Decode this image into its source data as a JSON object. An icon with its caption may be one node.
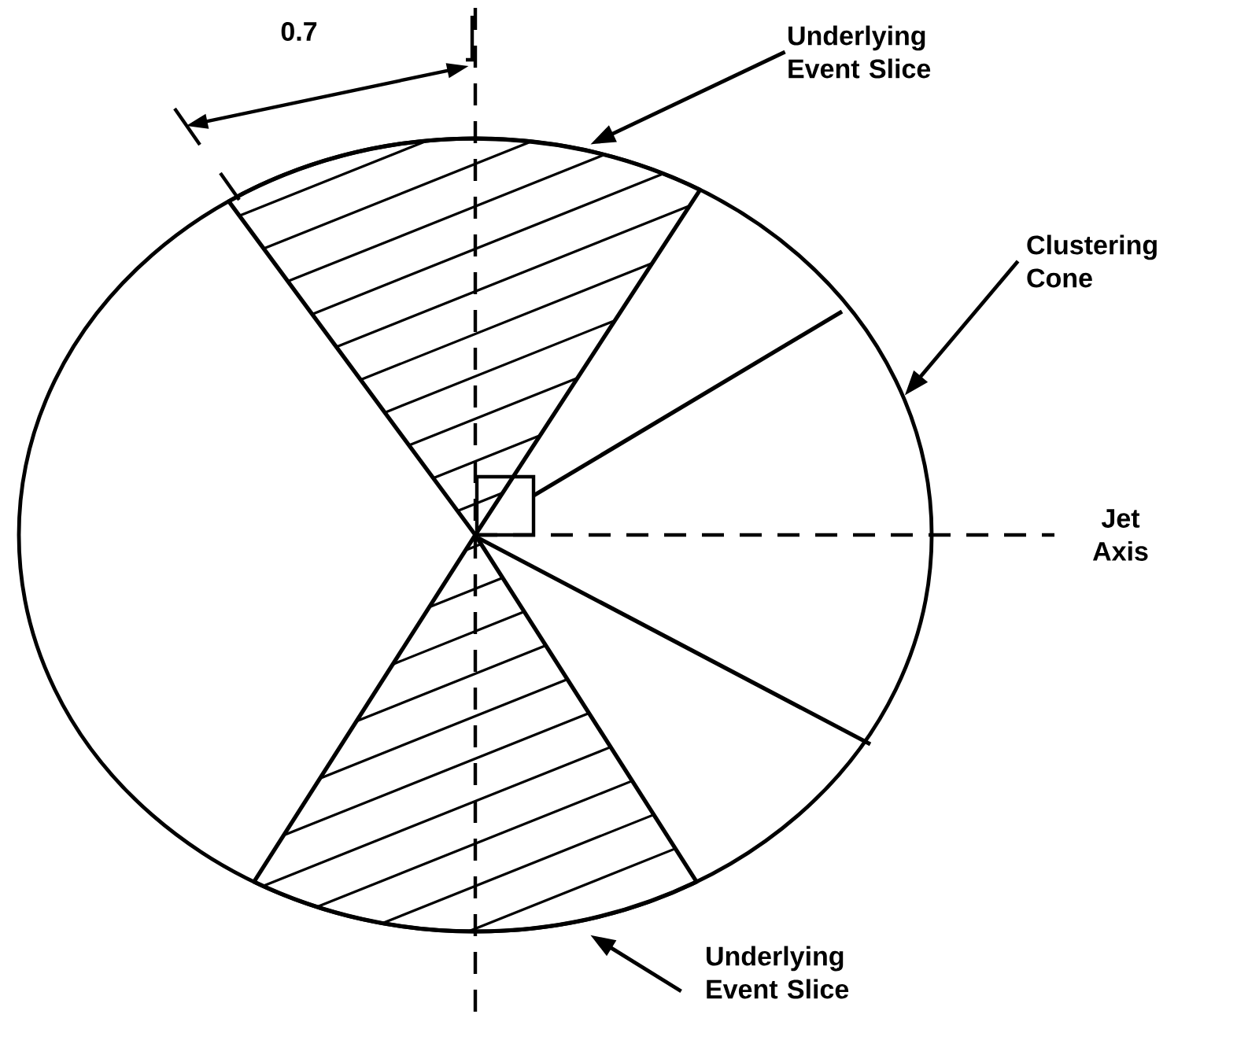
{
  "diagram": {
    "nodes": [
      {
        "text": [
          "Underlying Event Slice"
        ]
      },
      {
        "text": [],
        "shape": "circle"
      },
      {
        "text": [],
        "shape": "triangle",
        "in": 1
      },
      {
        "text": [
          "Clustering Cone"
        ]
      },
      {
        "text": [],
        "shape": "triangle",
        "in": 1
      },
      {
        "text": [
          "Underlying Event Slice"
        ]
      }
    ],
    "edges": [
      {
        "from": 0,
        "to": 2,
        "arrow": "to"
      },
      {
        "from": 3,
        "to": 1,
        "arrow": "to"
      },
      {
        "from": 5,
        "to": 4,
        "arrow": "to"
      }
    ],
    "labels": [
      "0.7",
      "Jet Axis"
    ]
  }
}
